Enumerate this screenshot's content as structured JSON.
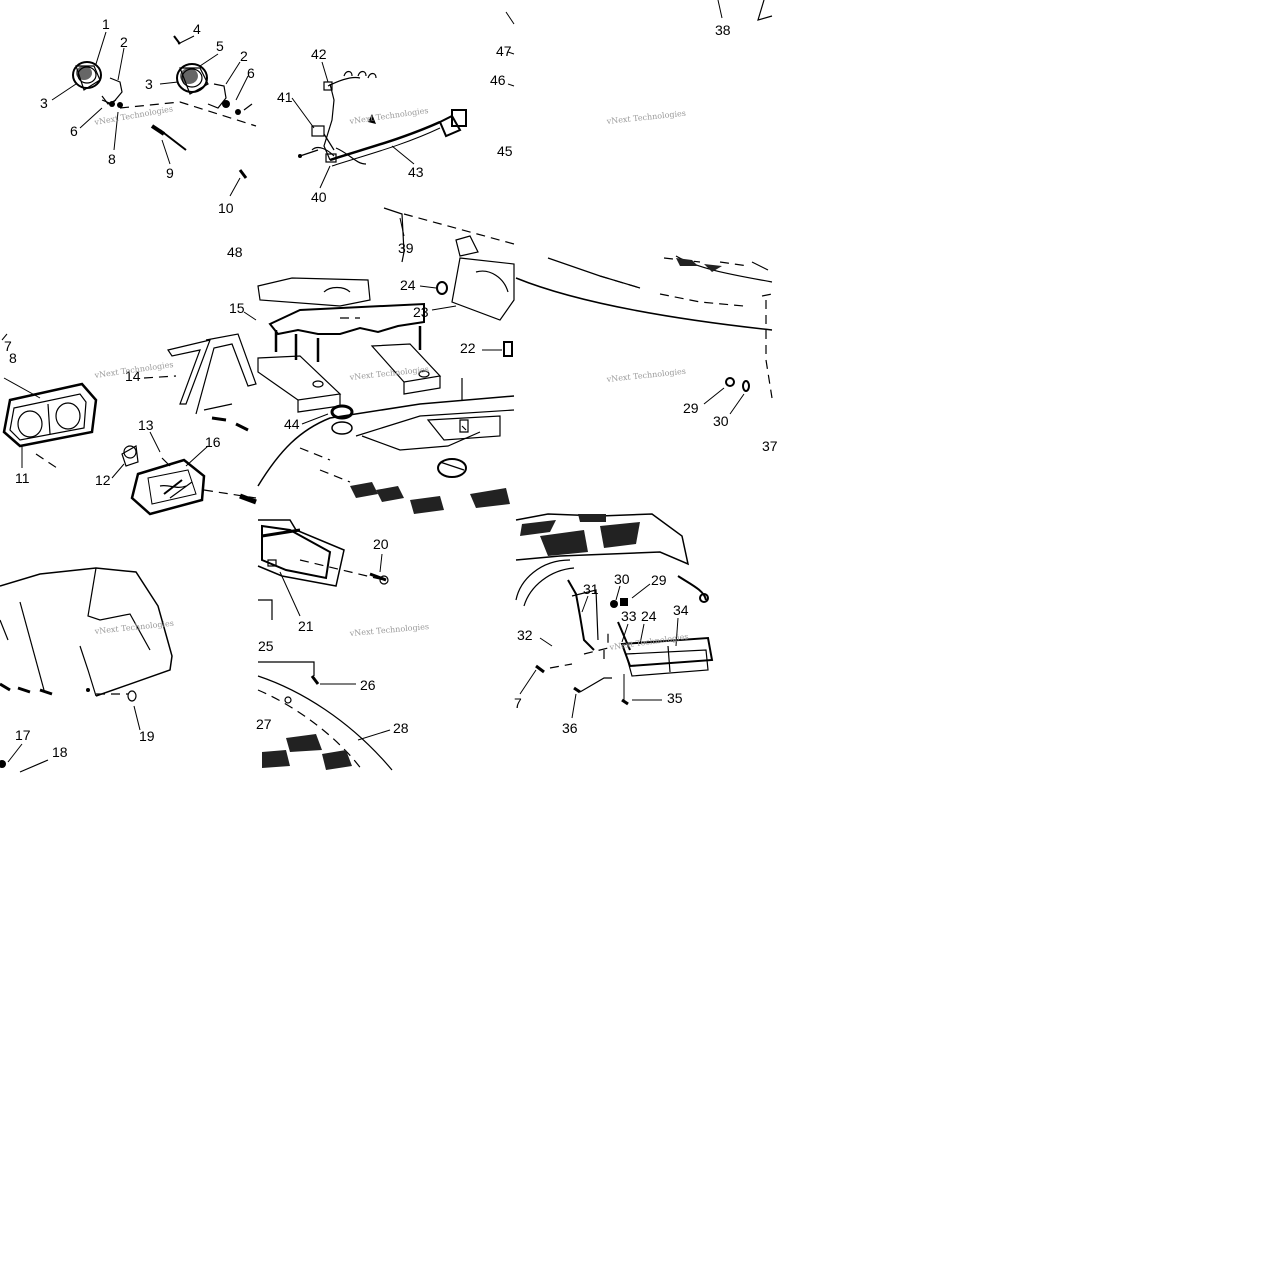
{
  "tiles": [
    {
      "id": "t00",
      "watermark": "vNext Technologies"
    },
    {
      "id": "t01",
      "watermark": "vNext Technologies"
    },
    {
      "id": "t02",
      "watermark": "vNext Technologies"
    },
    {
      "id": "t10",
      "watermark": "vNext Technologies"
    },
    {
      "id": "t11",
      "watermark": "vNext Technologies"
    },
    {
      "id": "t12",
      "watermark": "vNext Technologies"
    },
    {
      "id": "t20",
      "watermark": "vNext Technologies"
    },
    {
      "id": "t21",
      "watermark": "vNext Technologies"
    },
    {
      "id": "t22",
      "watermark": "vNext Technologies"
    }
  ],
  "labels": {
    "l1": "1",
    "l2a": "2",
    "l3a": "3",
    "l4": "4",
    "l5": "5",
    "l2b": "2",
    "l6a": "6",
    "l3b": "3",
    "l6b": "6",
    "l8a": "8",
    "l9": "9",
    "l10": "10",
    "l42": "42",
    "l41": "41",
    "l43": "43",
    "l40": "40",
    "l47": "47",
    "l46": "46",
    "l45": "45",
    "l38": "38",
    "l48": "48",
    "l39": "39",
    "l24a": "24",
    "l23": "23",
    "l22": "22",
    "l44": "44",
    "l15": "15",
    "l7a": "7",
    "l8b": "8",
    "l14": "14",
    "l13": "13",
    "l16": "16",
    "l11": "11",
    "l12": "12",
    "l29a": "29",
    "l30a": "30",
    "l37a": "37",
    "l20": "20",
    "l21": "21",
    "l25": "25",
    "l26": "26",
    "l27": "27",
    "l28": "28",
    "l19": "19",
    "l17": "17",
    "l18": "18",
    "l31": "31",
    "l30b": "30",
    "l29b": "29",
    "l33": "33",
    "l24b": "24",
    "l34": "34",
    "l32": "32",
    "l7b": "7",
    "l36": "36",
    "l35": "35"
  }
}
